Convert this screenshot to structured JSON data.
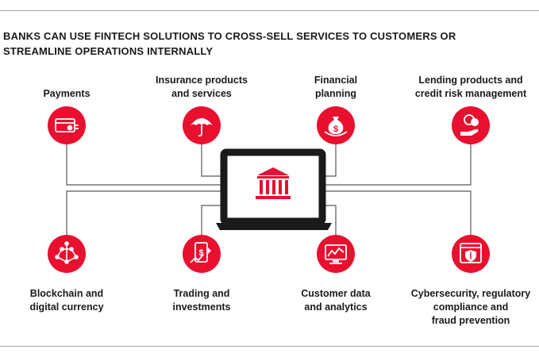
{
  "title": {
    "line1": "BANKS CAN USE FINTECH SOLUTIONS TO CROSS-SELL SERVICES TO CUSTOMERS OR",
    "line2": "STREAMLINE OPERATIONS INTERNALLY"
  },
  "colors": {
    "accent": "#e8102e",
    "line": "#595959",
    "laptop": "#1a1a1a",
    "rule": "#a6a6a6"
  },
  "center": {
    "icon": "bank-building-icon"
  },
  "nodes": [
    {
      "id": "payments",
      "icon": "credit-card-icon",
      "lines": [
        "Payments"
      ]
    },
    {
      "id": "insurance",
      "icon": "umbrella-icon",
      "lines": [
        "Insurance products",
        "and services"
      ]
    },
    {
      "id": "financial-planning",
      "icon": "money-bag-icon",
      "lines": [
        "Financial",
        "planning"
      ]
    },
    {
      "id": "lending",
      "icon": "hand-coins-icon",
      "lines": [
        "Lending products and",
        "credit risk management"
      ]
    },
    {
      "id": "blockchain",
      "icon": "network-nodes-icon",
      "lines": [
        "Blockchain and",
        "digital currency"
      ]
    },
    {
      "id": "trading",
      "icon": "phone-dollar-icon",
      "lines": [
        "Trading and",
        "investments"
      ]
    },
    {
      "id": "customer-data",
      "icon": "chart-monitor-icon",
      "lines": [
        "Customer data",
        "and analytics"
      ]
    },
    {
      "id": "cybersecurity",
      "icon": "shield-browser-icon",
      "lines": [
        "Cybersecurity, regulatory",
        "compliance and",
        "fraud prevention"
      ]
    }
  ]
}
